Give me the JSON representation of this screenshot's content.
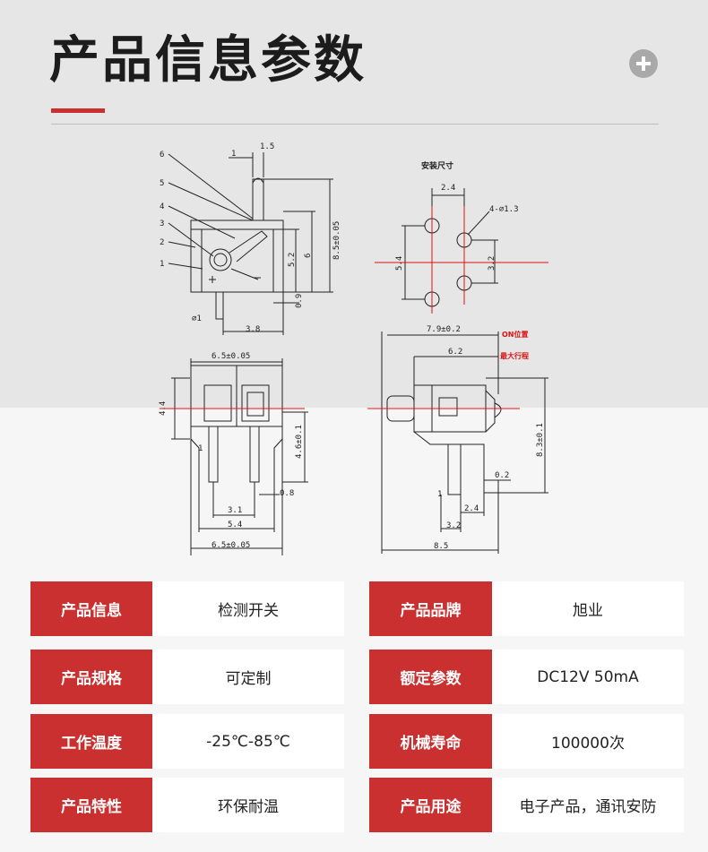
{
  "header": {
    "title": "产品信息参数"
  },
  "drawing": {
    "labels": {
      "pins": [
        "6",
        "5",
        "4",
        "3",
        "2",
        "1"
      ],
      "dim_1_5": "1.5",
      "dim_1": "1",
      "dim_8_5": "8.5±0.05",
      "dim_6": "6",
      "dim_5_2": "5.2",
      "dim_0_9": "0.9",
      "dim_phi1": "⌀1",
      "dim_3_8": "3.8",
      "mount_title": "安装尺寸",
      "dim_2_4": "2.4",
      "dim_4phi": "4-⌀1.3",
      "dim_5_4": "5.4",
      "dim_3_2": "3.2",
      "dim_6_5_top": "6.5±0.05",
      "dim_4_4": "4.4",
      "dim_4_6": "4.6±0.1",
      "dim_1_small": "1",
      "dim_0_8": "0.8",
      "dim_3_1": "3.1",
      "dim_5_4b": "5.4",
      "dim_6_5_bot": "6.5±0.05",
      "dim_7_9": "7.9±0.2",
      "on_pos": "ON位置",
      "dim_6_2": "6.2",
      "max_travel": "最大行程",
      "dim_8_3": "8.3±0.1",
      "dim_0_2": "0.2",
      "dim_1_side": "1",
      "dim_2_4b": "2.4",
      "dim_3_2b": "3.2",
      "dim_8_5b": "8.5"
    }
  },
  "specs": [
    {
      "label": "产品信息",
      "value": "检测开关",
      "label2": "产品品牌",
      "value2": "旭业"
    },
    {
      "label": "产品规格",
      "value": "可定制",
      "label2": "额定参数",
      "value2": "DC12V 50mA"
    },
    {
      "label": "工作温度",
      "value": "-25℃-85℃",
      "label2": "机械寿命",
      "value2": "100000次"
    },
    {
      "label": "产品特性",
      "value": "环保耐温",
      "label2": "产品用途",
      "value2": "电子产品，通讯安防"
    }
  ],
  "colors": {
    "accent": "#c9302f",
    "plus_button": "#a9a9a9"
  },
  "icons": {
    "expand": "plus-circle-icon"
  }
}
